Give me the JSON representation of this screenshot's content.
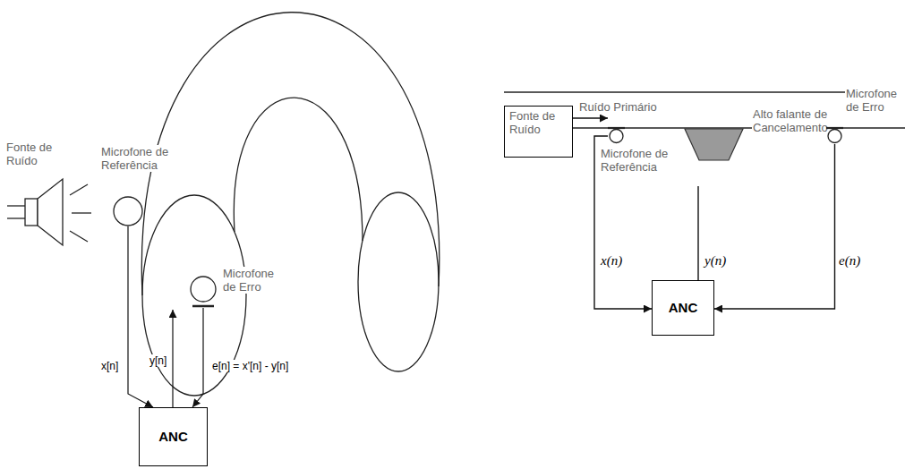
{
  "diagram": {
    "nodes": [
      {
        "text": [
          "Fonte de Ruído"
        ]
      },
      {
        "text": [
          "Microfone de Referência"
        ]
      },
      {
        "text": [
          "Microfone de Erro"
        ]
      },
      {
        "text": [
          "ANC"
        ]
      },
      {
        "text": [
          "Fonte de Ruído"
        ]
      },
      {
        "text": [
          "Microfone de Referência"
        ]
      },
      {
        "text": [
          "Alto falante de Cancelamento"
        ]
      },
      {
        "text": [
          "Microfone de Erro"
        ]
      },
      {
        "text": [
          "ANC"
        ]
      }
    ],
    "edges": [
      {
        "from": 1,
        "to": 3,
        "arrow": "to",
        "label": "x[n]"
      },
      {
        "from": 2,
        "to": 3,
        "arrow": "to",
        "label": "e[n] = x'[n] - y[n]"
      },
      {
        "from": 4,
        "to": 5,
        "arrow": "to",
        "label": "Ruído Primário"
      },
      {
        "from": 5,
        "to": 8,
        "arrow": "to",
        "label": "x(n)"
      },
      {
        "from": 8,
        "to": 6,
        "arrow": "none",
        "label": "y(n)"
      },
      {
        "from": 7,
        "to": 8,
        "arrow": "to",
        "label": "e(n)"
      }
    ],
    "labels": [
      "y[n]"
    ]
  }
}
